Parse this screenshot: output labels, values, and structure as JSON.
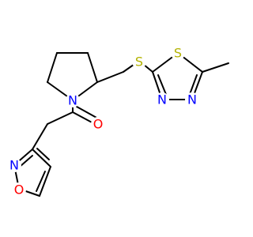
{
  "molecule": {
    "atoms": {
      "n_pyrrolidine": {
        "symbol": "N",
        "color": "#0000ff"
      },
      "o_carbonyl": {
        "symbol": "O",
        "color": "#ff0000"
      },
      "s_thioether": {
        "symbol": "S",
        "color": "#b2b200"
      },
      "s_ring": {
        "symbol": "S",
        "color": "#b2b200"
      },
      "n_thiadiazole_left": {
        "symbol": "N",
        "color": "#0000ff"
      },
      "n_thiadiazole_right": {
        "symbol": "N",
        "color": "#0000ff"
      },
      "n_isoxazole": {
        "symbol": "N",
        "color": "#0000ff"
      },
      "o_isoxazole": {
        "symbol": "O",
        "color": "#ff0000"
      }
    }
  }
}
